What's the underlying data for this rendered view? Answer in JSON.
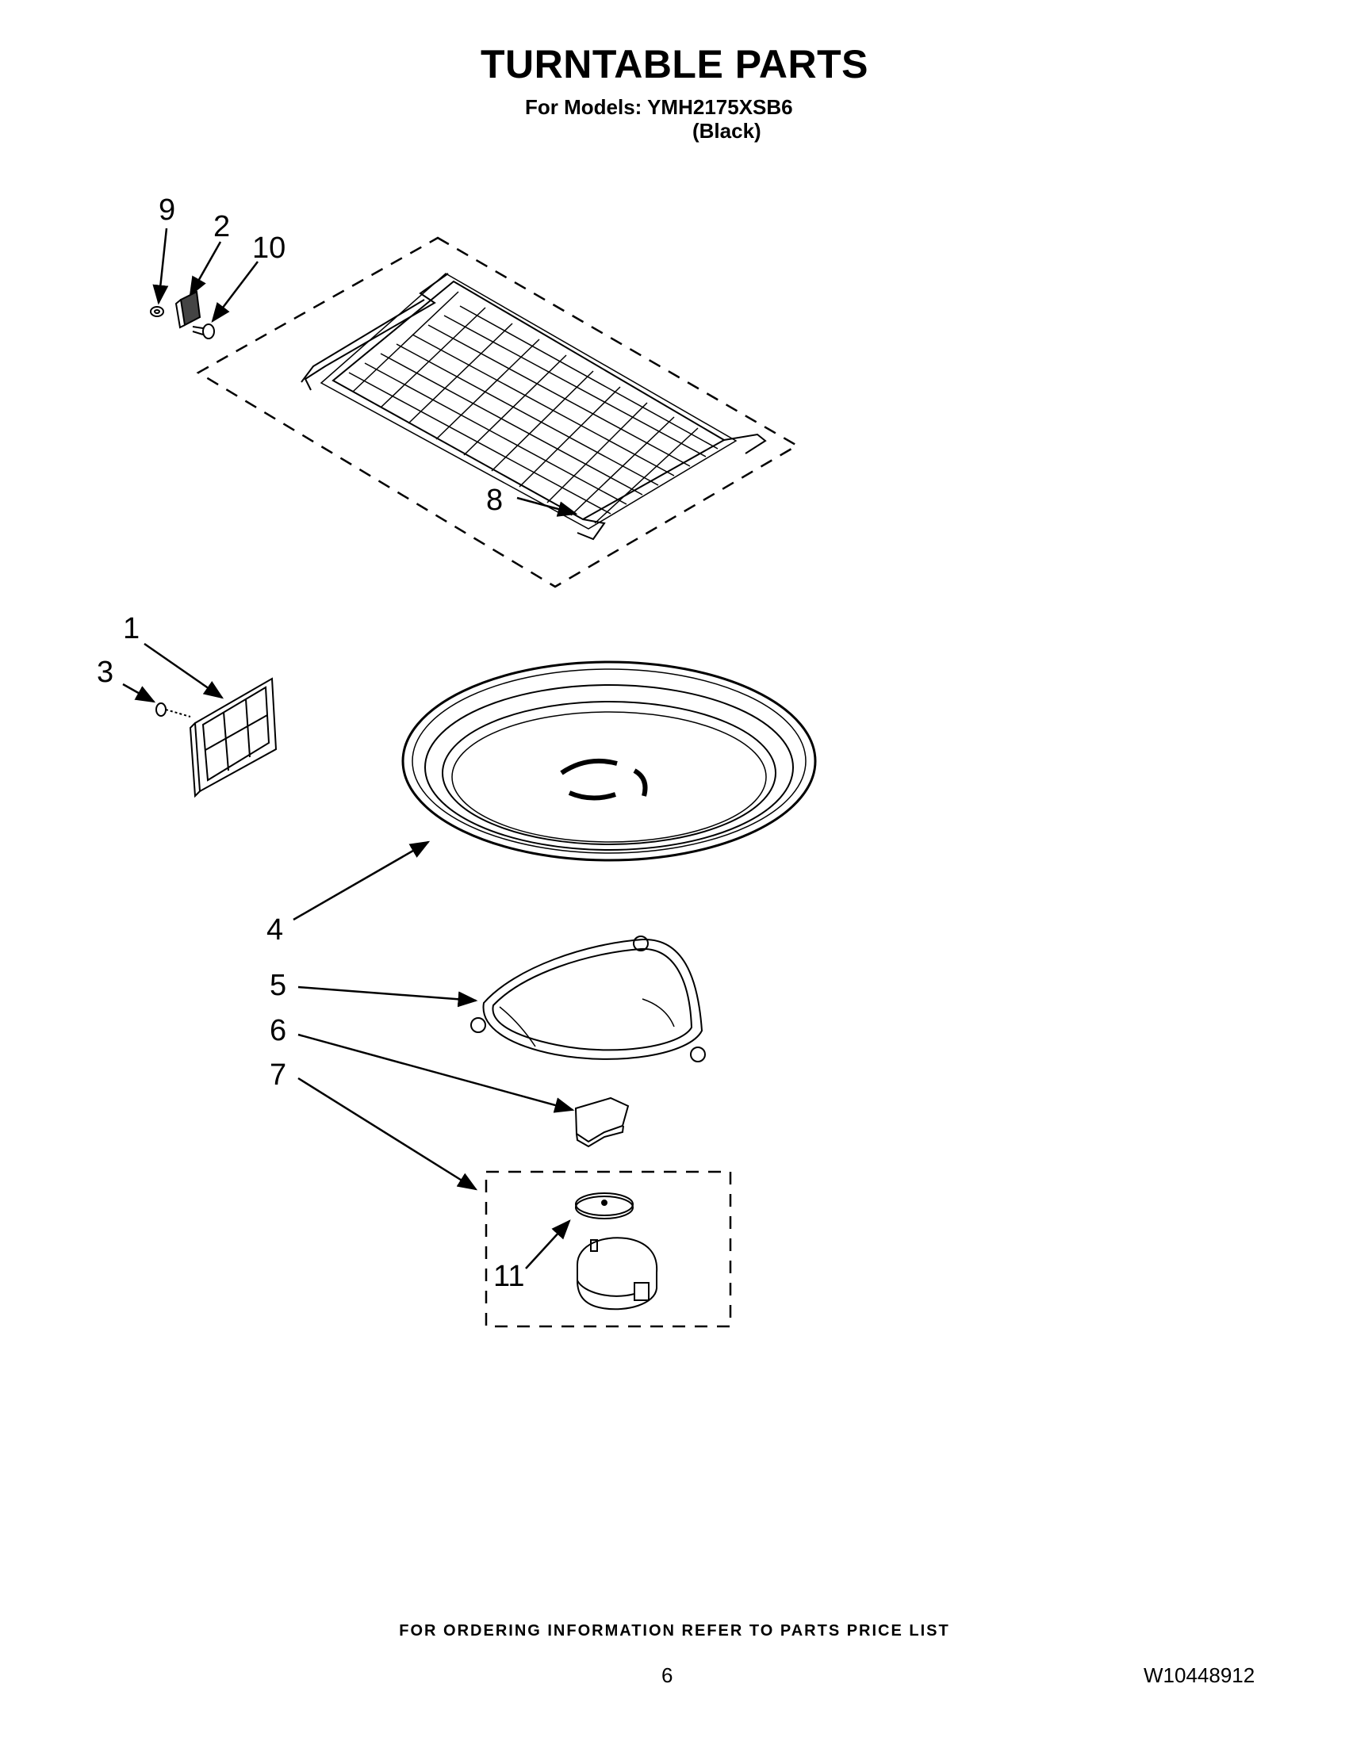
{
  "header": {
    "title": "TURNTABLE PARTS",
    "models_line": "For Models: YMH2175XSB6",
    "color_line": "(Black)"
  },
  "callouts": {
    "c1": "1",
    "c2": "2",
    "c3": "3",
    "c4": "4",
    "c5": "5",
    "c6": "6",
    "c7": "7",
    "c8": "8",
    "c9": "9",
    "c10": "10",
    "c11": "11"
  },
  "footer": {
    "ordering_note": "FOR ORDERING INFORMATION REFER TO PARTS PRICE LIST",
    "page_number": "6",
    "document_number": "W10448912"
  }
}
